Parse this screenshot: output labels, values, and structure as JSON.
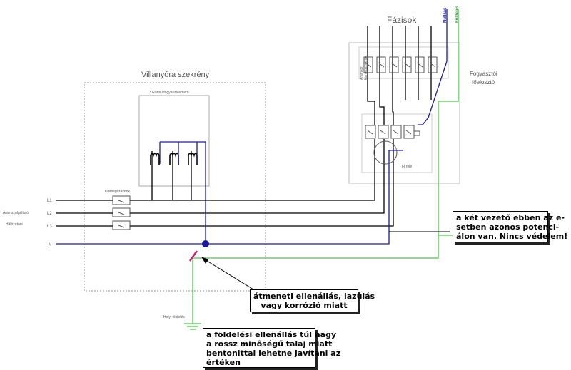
{
  "labels": {
    "meter_cabinet": "Villanyóra szekrény",
    "meter": "3 Fázisú fogyasztásmérő",
    "main_breakers": "Kismegszakítók",
    "supply_network_1": "Áramszolgáltató",
    "supply_network_2": "Hálózatáni",
    "line_l1": "L1",
    "line_l2": "L2",
    "line_l3": "L3",
    "line_n": "N",
    "local_ground": "Helyi földelés",
    "phases": "Fázisok",
    "neutral_out": "Nulláás",
    "ground_out": "Földelés",
    "consumer_panel_1": "Fogyasztói",
    "consumer_panel_2": "főelosztó",
    "consumer_breakers_1": "Áramköri",
    "consumer_breakers_2": "kismegszakítók",
    "rcd": "FI relé"
  },
  "callouts": {
    "same_potential": [
      "a két vezető ebben az e-",
      "setben azonos potenci-",
      "álon van. Nincs védelem!"
    ],
    "transition_resistance": [
      "átmeneti ellenállás, lazulás",
      "vagy korrózió miatt"
    ],
    "ground_resistance": [
      "a földelési ellenállás túl nagy",
      "a rossz minőségű talaj miatt",
      "bentonittal lehetne javítani az",
      "értéken"
    ]
  },
  "colors": {
    "phase": "#000000",
    "neutral": "#1a1aa0",
    "ground": "#6ad06a",
    "fault": "#c0207a",
    "box": "#999999"
  }
}
